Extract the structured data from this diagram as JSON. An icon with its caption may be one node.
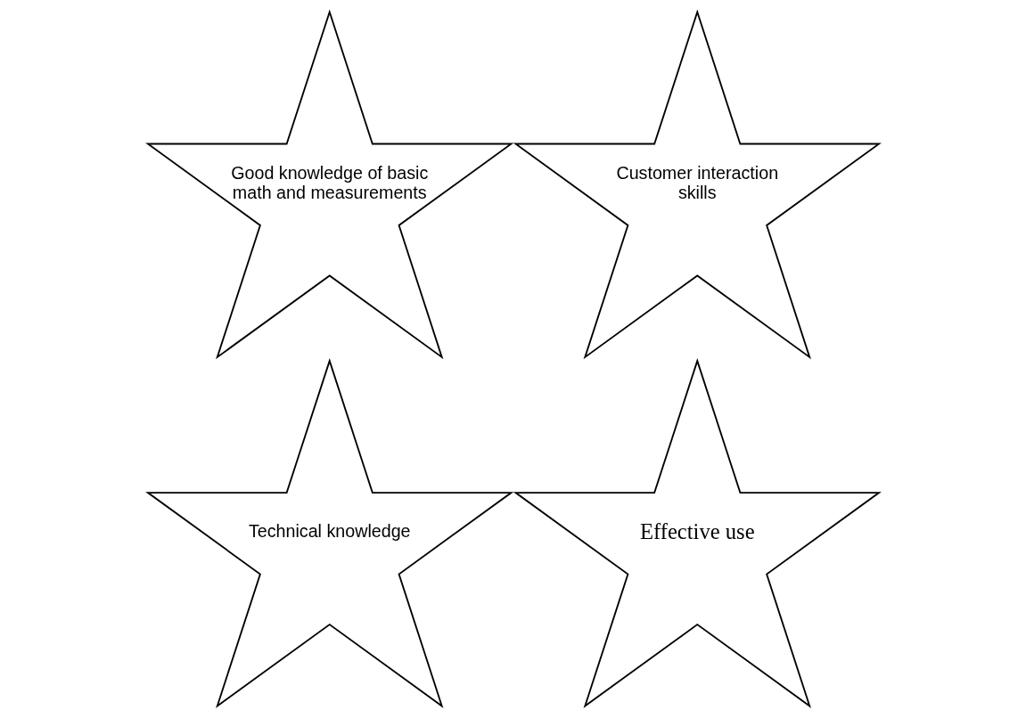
{
  "diagram": {
    "nodes": [
      {
        "text": [
          "Good knowledge of basic math and measurements"
        ]
      },
      {
        "text": [
          "Technical knowledge"
        ]
      },
      {
        "text": [
          "Customer interaction skills"
        ]
      },
      {
        "text": [
          "Effective use"
        ]
      }
    ]
  }
}
